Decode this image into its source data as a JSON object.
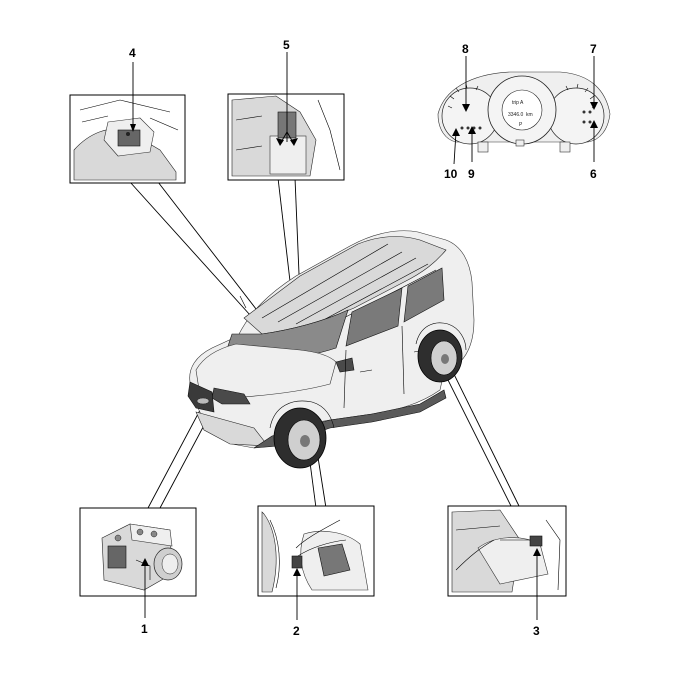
{
  "callouts": {
    "c1": "1",
    "c2": "2",
    "c3": "3",
    "c4": "4",
    "c5": "5",
    "c6": "6",
    "c7": "7",
    "c8": "8",
    "c9": "9",
    "c10": "10"
  },
  "cluster": {
    "gear": "P",
    "odometer": "3346.0",
    "odometer_unit": "km",
    "trip": "trip A"
  },
  "colors": {
    "line": "#000000",
    "background": "#ffffff",
    "shade": "#d9d9d9"
  }
}
